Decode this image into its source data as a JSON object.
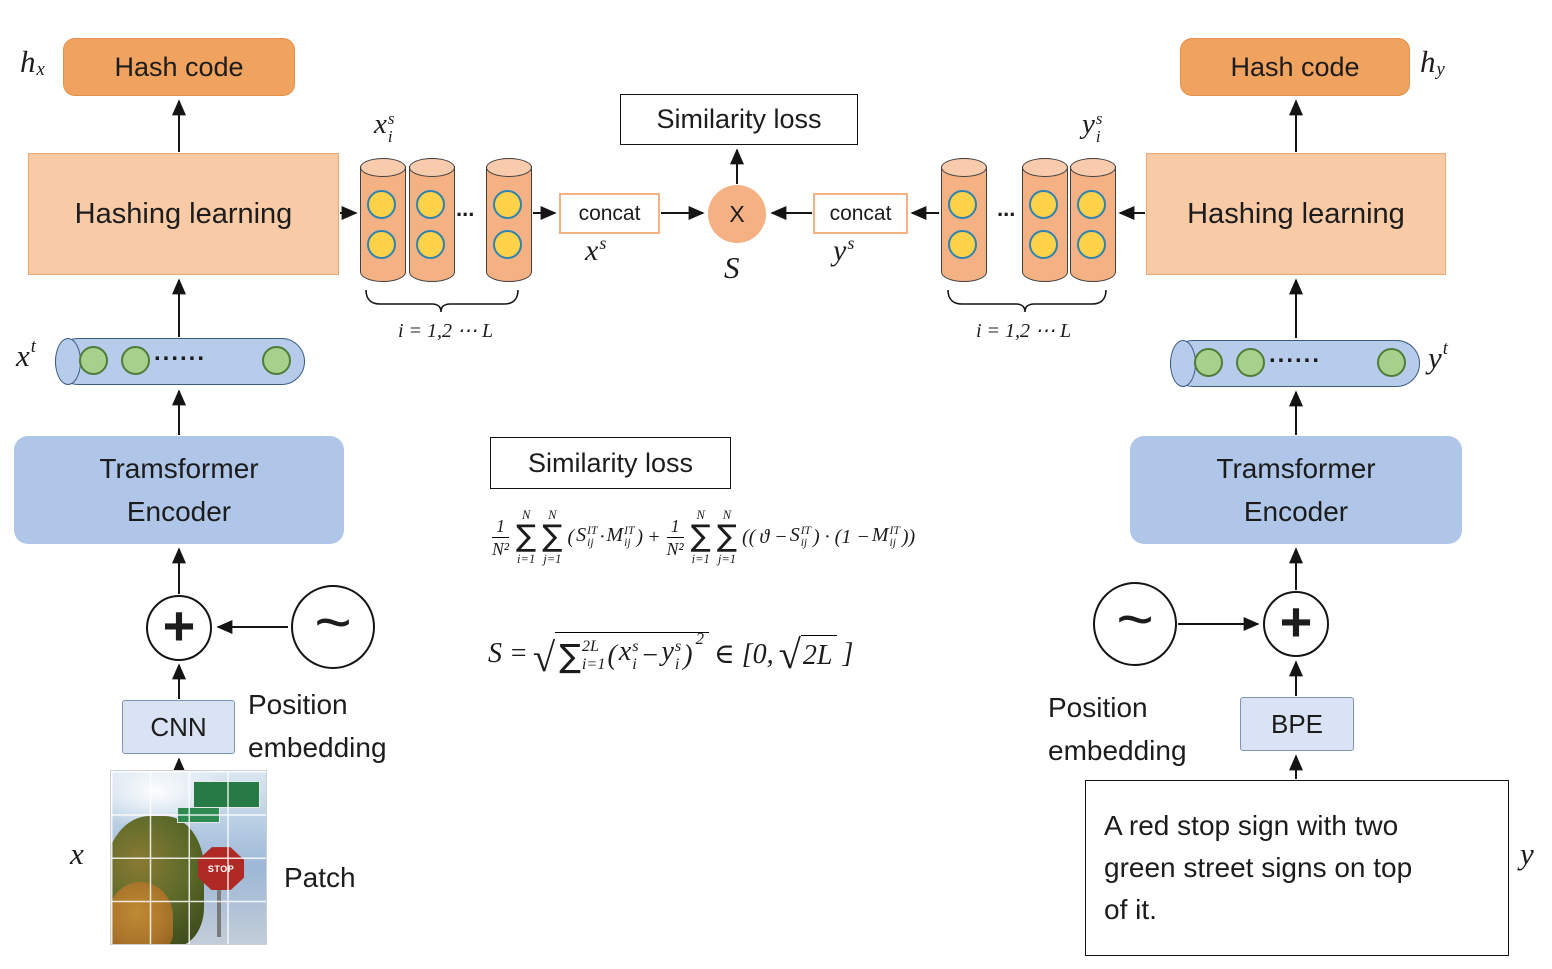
{
  "colors": {
    "hash_code_fill": "#F0A35E",
    "hashing_fill": "#F8CBA6",
    "encoder_fill": "#AFC6E9",
    "small_blue_fill": "#DAE3F3",
    "token_cylinder_blue": "#B7CCEA",
    "feature_cylinder_orange": "#F4B183",
    "token_dot_green": "#A8D08D",
    "feature_dot_yellow": "#FFD24A",
    "accent_orange": "#F5B183"
  },
  "labels": {
    "hash_code": "Hash code",
    "hashing_learning": "Hashing learning",
    "transformer1": "Tramsformer",
    "transformer2": "Encoder",
    "cnn": "CNN",
    "bpe": "BPE",
    "position1": "Position",
    "position2": "embedding",
    "patch": "Patch",
    "concat": "concat",
    "similarity_loss": "Similarity loss",
    "x_mark": "X",
    "plus": "+",
    "tilde": "~",
    "dots6": "......",
    "dots3": "...",
    "range": "i = 1,2 ⋯ L",
    "stop": "STOP",
    "caption1": "A red stop sign with two",
    "caption2": "green street signs on top",
    "caption3": "of it."
  },
  "symbols": {
    "hx": {
      "base": "h",
      "sub": "x"
    },
    "hy": {
      "base": "h",
      "sub": "y"
    },
    "xt": {
      "base": "x",
      "sup": "t"
    },
    "yt": {
      "base": "y",
      "sup": "t"
    },
    "xis": {
      "base": "x",
      "sup": "s",
      "sub": "i"
    },
    "yis": {
      "base": "y",
      "sup": "s",
      "sub": "i"
    },
    "xs": {
      "base": "x",
      "sup": "s"
    },
    "ys": {
      "base": "y",
      "sup": "s"
    },
    "S": "S",
    "x": "x",
    "y": "y"
  },
  "formula1": {
    "frac_num": "1",
    "frac_den": "N²",
    "sum_top": "N",
    "sum_i": "i=1",
    "sum_j": "j=1",
    "sigma": "∑",
    "lp": "(",
    "S": "S",
    "IT": "IT",
    "ij": "ij",
    "cdot": "·",
    "M": "M",
    "rp": ")",
    "plus": "+",
    "lp2": "((",
    "theta": "ϑ −",
    "mid": ") · (1 −",
    "rp2": "))"
  },
  "formula2": {
    "lhs": "S =",
    "radical": "√",
    "sigma": "∑",
    "sup": "2L",
    "sub": "i=1",
    "lp": "(",
    "minus": "−",
    "rp": ")",
    "sq": "2",
    "elem": "∈ [0,",
    "root2l": "2L",
    "rb": "]"
  }
}
